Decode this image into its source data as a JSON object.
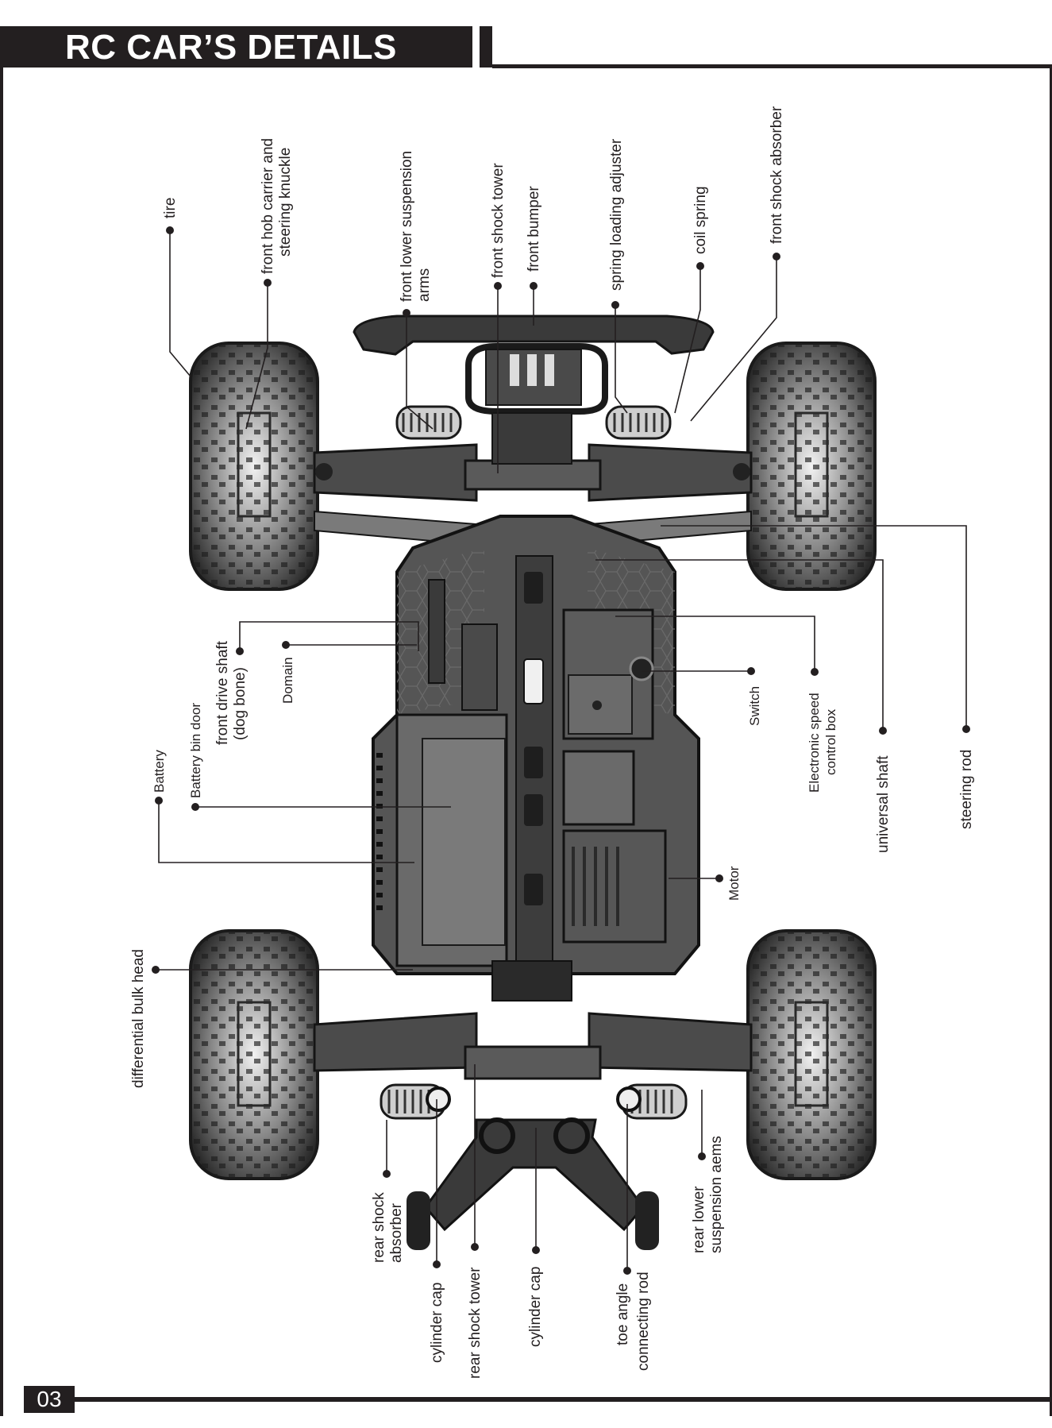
{
  "header": {
    "title": "RC CAR’S DETAILS"
  },
  "footer": {
    "page_number": "03"
  },
  "labels": {
    "tire": "tire",
    "front_hob_1": "front hob carrier and",
    "front_hob_2": "steering knuckle",
    "front_lower_1": "front lower suspension",
    "front_lower_2": "arms",
    "front_shock_tower": "front shock tower",
    "front_bumper": "front bumper",
    "spring_loading_adjuster": "spring loading adjuster",
    "coil_spring": "coil spring",
    "front_shock_absorber": "front shock absorber",
    "front_drive_1": "front drive shaft",
    "front_drive_2": "(dog bone)",
    "domain": "Domain",
    "battery_bin_door": "Battery bin door",
    "battery": "Battery",
    "switch": "Switch",
    "esc_1": "Electronic speed",
    "esc_2": "control box",
    "universal_shaft": "universal shaft",
    "steering_rod": "steering rod",
    "motor": "Motor",
    "differential_bulk_head": "differential bulk head",
    "rear_shock_1": "rear shock",
    "rear_shock_2": "absorber",
    "cylinder_cap_left": "cylinder cap",
    "rear_shock_tower": "rear shock tower",
    "cylinder_cap_right": "cylinder cap",
    "toe_1": "toe angle",
    "toe_2": "connecting rod",
    "rear_lower_1": "rear lower",
    "rear_lower_2": "suspension aems"
  }
}
